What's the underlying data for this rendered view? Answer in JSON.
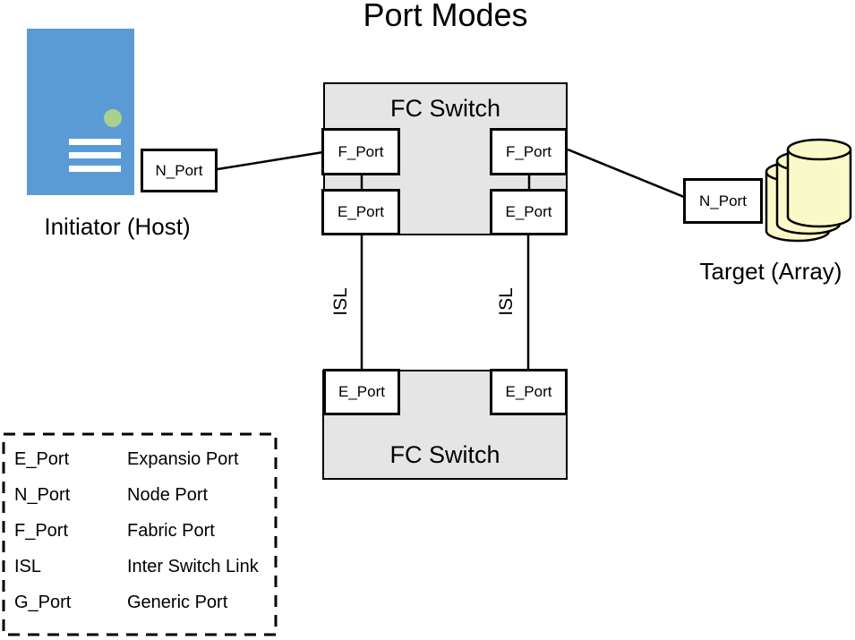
{
  "title": "Port Modes",
  "diagram": {
    "initiator": {
      "caption": "Initiator (Host)",
      "port": "N_Port"
    },
    "target": {
      "caption": "Target (Array)",
      "port": "N_Port"
    },
    "top_switch": {
      "label": "FC Switch",
      "port_tl": "F_Port",
      "port_tr": "F_Port",
      "port_bl": "E_Port",
      "port_br": "E_Port"
    },
    "bottom_switch": {
      "label": "FC Switch",
      "port_l": "E_Port",
      "port_r": "E_Port"
    },
    "isl_left": "ISL",
    "isl_right": "ISL"
  },
  "legend": {
    "rows": [
      {
        "term": "E_Port",
        "definition": "Expansio Port"
      },
      {
        "term": "N_Port",
        "definition": "Node Port"
      },
      {
        "term": "F_Port",
        "definition": "Fabric Port"
      },
      {
        "term": "ISL",
        "definition": "Inter Switch Link"
      },
      {
        "term": "G_Port",
        "definition": "Generic Port"
      }
    ]
  },
  "colors": {
    "server_blue": "#5B9BD5",
    "server_led_green": "#A9D18E",
    "switch_gray": "#E5E5E5",
    "cylinder_yellow": "#FAFAC8",
    "line_black": "#000000"
  }
}
